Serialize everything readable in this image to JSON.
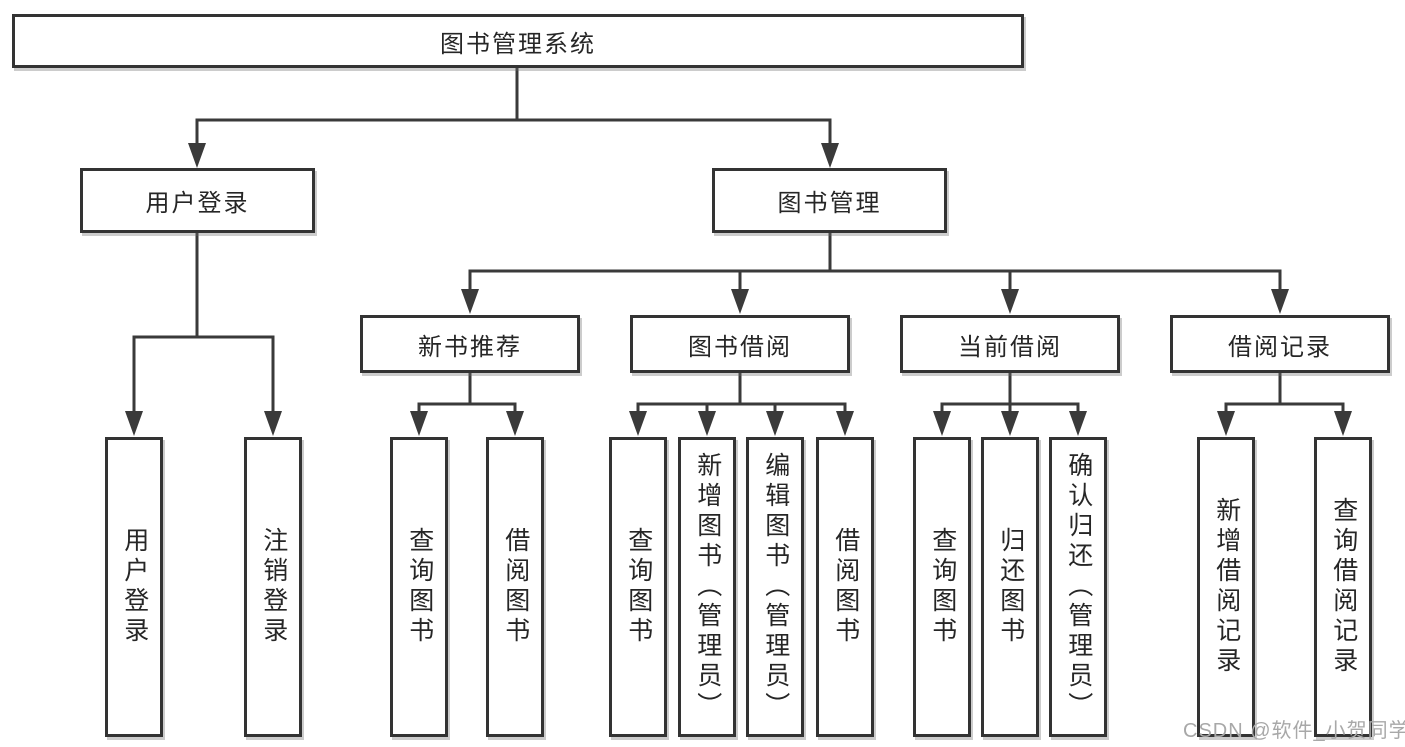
{
  "tree": {
    "root": {
      "label": "图书管理系统",
      "children": [
        {
          "label": "用户登录",
          "children": [
            {
              "label": "用户登录"
            },
            {
              "label": "注销登录"
            }
          ]
        },
        {
          "label": "图书管理",
          "children": [
            {
              "label": "新书推荐",
              "children": [
                {
                  "label": "查询图书"
                },
                {
                  "label": "借阅图书"
                }
              ]
            },
            {
              "label": "图书借阅",
              "children": [
                {
                  "label": "查询图书"
                },
                {
                  "label": "新增图书（管理员）"
                },
                {
                  "label": "编辑图书（管理员）"
                },
                {
                  "label": "借阅图书"
                }
              ]
            },
            {
              "label": "当前借阅",
              "children": [
                {
                  "label": "查询图书"
                },
                {
                  "label": "归还图书"
                },
                {
                  "label": "确认归还（管理员）"
                }
              ]
            },
            {
              "label": "借阅记录",
              "children": [
                {
                  "label": "新增借阅记录"
                },
                {
                  "label": "查询借阅记录"
                }
              ]
            }
          ]
        }
      ]
    }
  },
  "watermark": {
    "text": "CSDN @软件_小贺同学"
  },
  "colors": {
    "line": "#3a3a3a",
    "box_border": "#333333",
    "text": "#262626",
    "watermark": "#a8a8a8",
    "background": "#ffffff"
  }
}
